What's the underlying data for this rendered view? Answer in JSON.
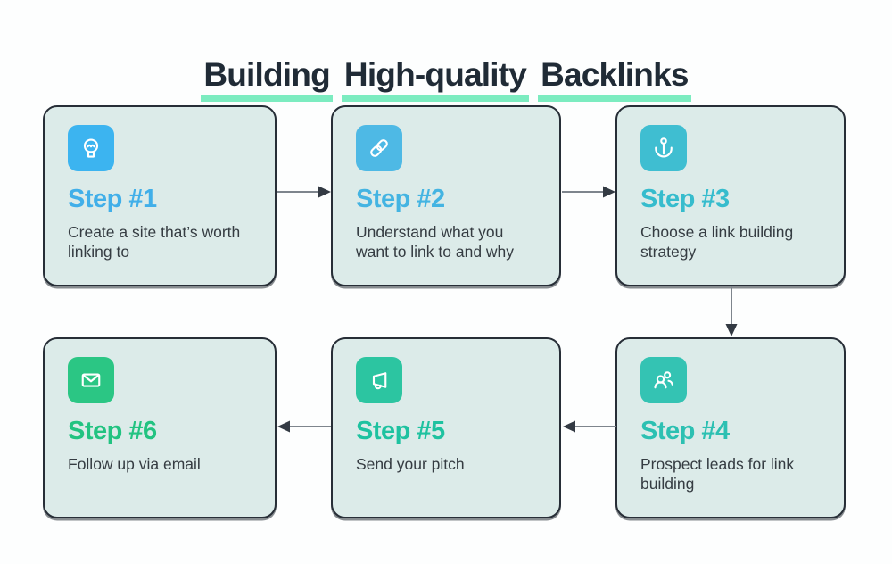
{
  "header": {
    "title": "Building High-quality Backlinks",
    "title_words": [
      "Building",
      "High-quality",
      "Backlinks"
    ],
    "text_color": "#202b36",
    "underline_color": "#7cecc0"
  },
  "steps": [
    {
      "label": "Step #1",
      "description": "Create a site that’s worth linking to",
      "icon": "lightbulb-icon",
      "accent": "#41afe9",
      "icon_bg": "#3cb4f0"
    },
    {
      "label": "Step #2",
      "description": "Understand what you want to link to and why",
      "icon": "chain-link-icon",
      "accent": "#44b4e2",
      "icon_bg": "#4eb9e5"
    },
    {
      "label": "Step #3",
      "description": "Choose a link building strategy",
      "icon": "anchor-icon",
      "accent": "#36bccd",
      "icon_bg": "#3fbed1"
    },
    {
      "label": "Step #4",
      "description": "Prospect leads for link building",
      "icon": "prospects-icon",
      "accent": "#2cc0b2",
      "icon_bg": "#34c3b3"
    },
    {
      "label": "Step #5",
      "description": "Send your pitch",
      "icon": "megaphone-icon",
      "accent": "#1ec2a0",
      "icon_bg": "#2cc5a1"
    },
    {
      "label": "Step #6",
      "description": "Follow up via email",
      "icon": "email-icon",
      "accent": "#22c381",
      "icon_bg": "#2bc684"
    }
  ],
  "card": {
    "background": "#dcebe9",
    "border_color": "#272e37"
  },
  "arrows": {
    "line_color": "#7e858d",
    "head_color": "#333a43"
  }
}
